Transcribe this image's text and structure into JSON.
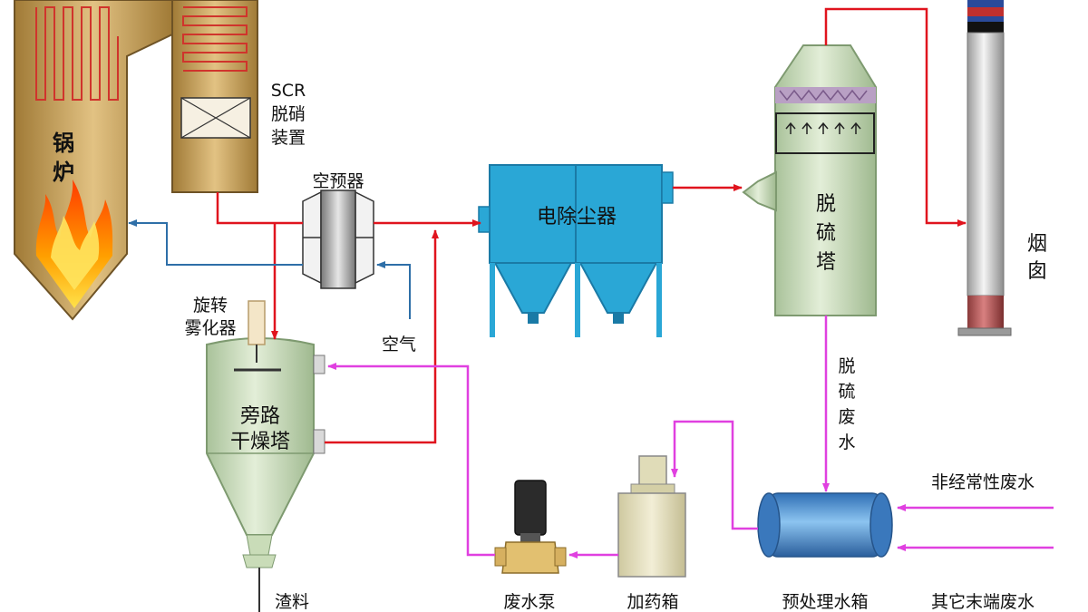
{
  "labels": {
    "boiler": [
      "锅",
      "炉"
    ],
    "scr": [
      "SCR",
      "脱硝",
      "装置"
    ],
    "air_preheater": "空预器",
    "esp": "电除尘器",
    "fgd_tower": [
      "脱",
      "硫",
      "塔"
    ],
    "chimney": [
      "烟",
      "囱"
    ],
    "rotary_atomizer": [
      "旋转",
      "雾化器"
    ],
    "air": "空气",
    "bypass_dryer": [
      "旁路",
      "干燥塔"
    ],
    "fgd_wastewater": [
      "脱",
      "硫",
      "废",
      "水"
    ],
    "nonregular_wastewater": "非经常性废水",
    "other_wastewater": "其它末端废水",
    "pretreatment_tank": "预处理水箱",
    "dosing_tank": "加药箱",
    "wastewater_pump": "废水泵",
    "slag": "渣料"
  },
  "colors": {
    "flue_gas": "#e0141e",
    "wastewater": "#e040e0",
    "air": "#2e6fa8",
    "boiler": "#c8a25a",
    "esp": "#2aa7d6",
    "tower": "#c9dcb8",
    "tank": "#4a90d0"
  },
  "icons": [
    "flame-icon",
    "catalyst-icon",
    "demister-icon",
    "spray-nozzle-icon"
  ]
}
